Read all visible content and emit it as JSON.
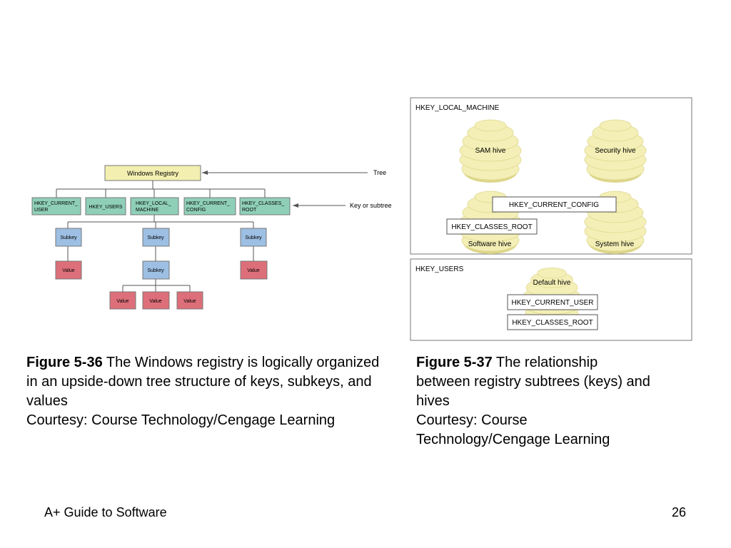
{
  "tree_figure": {
    "root": "Windows Registry",
    "root_callout": "Tree",
    "keys": [
      "HKEY_CURRENT_\nUSER",
      "HKEY_USERS",
      "HKEY_LOCAL_\nMACHINE",
      "HKEY_CURRENT_\nCONFIG",
      "HKEY_CLASSES_\nROOT"
    ],
    "key_callout": "Key or subtree",
    "subkey_label": "Subkey",
    "value_label": "Value",
    "colors": {
      "root": "#f3efb0",
      "key": "#8fcfb8",
      "subkey": "#9dbfe3",
      "value": "#dd6f7a",
      "line": "#555555"
    }
  },
  "hive_figure": {
    "top_panel_label": "HKEY_LOCAL_MACHINE",
    "hives_top": [
      "SAM hive",
      "Security hive",
      "Software hive",
      "System hive"
    ],
    "top_keys": [
      "HKEY_CURRENT_CONFIG",
      "HKEY_CLASSES_ROOT"
    ],
    "bottom_panel_label": "HKEY_USERS",
    "hive_bottom": "Default hive",
    "bottom_keys": [
      "HKEY_CURRENT_USER",
      "HKEY_CLASSES_ROOT"
    ],
    "colors": {
      "hive": "#f3efb6",
      "hive_shade": "#ddd68a",
      "border": "#777777"
    }
  },
  "captions": {
    "left": {
      "label": "Figure 5-36",
      "text": " The Windows registry is logically organized in an upside-down tree structure of keys, subkeys, and values",
      "credit": "Courtesy: Course Technology/Cengage Learning"
    },
    "right": {
      "label": "Figure 5-37",
      "text": " The relationship between registry subtrees (keys) and hives",
      "credit": "Courtesy: Course Technology/Cengage Learning"
    }
  },
  "footer": {
    "title": "A+ Guide to Software",
    "page": "26"
  }
}
